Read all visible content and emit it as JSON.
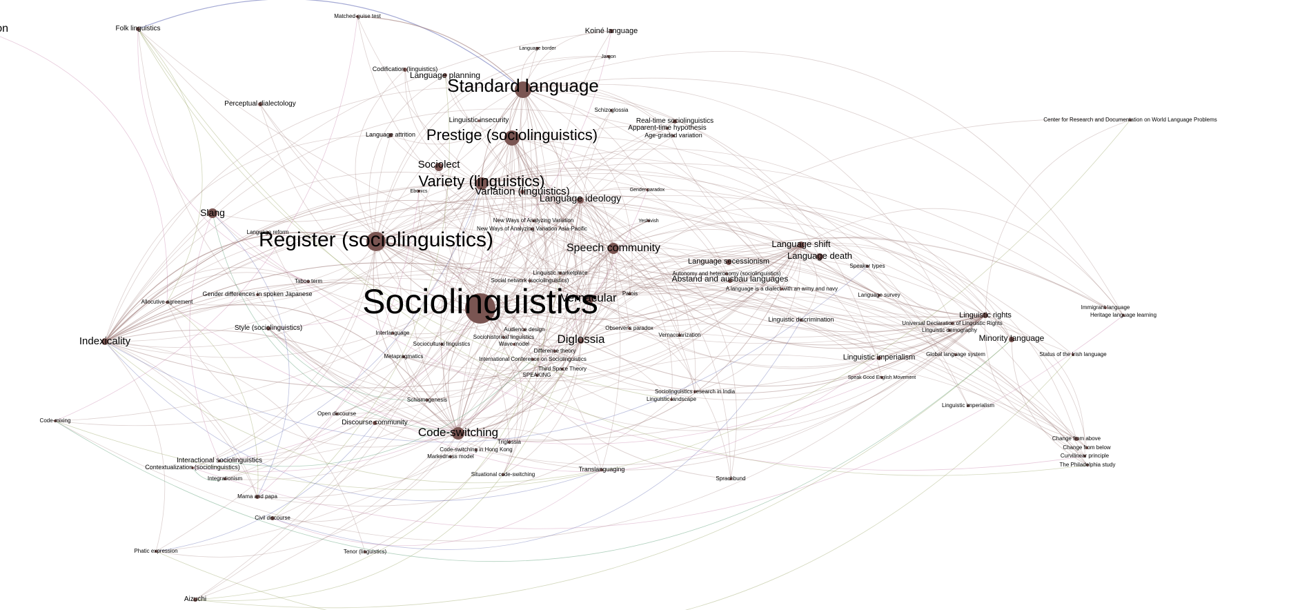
{
  "colors": {
    "node": "#7a5552",
    "edge_primary": "#9e7a77",
    "edge_green": "#3a8a5a",
    "edge_blue": "#5a63b0",
    "edge_pink": "#c27aa6",
    "edge_olive": "#8e9a55",
    "node_green": "#2a8a6a",
    "node_pink": "#b66aa6"
  },
  "nodes": [
    {
      "id": "sociolinguistics",
      "label": "Sociolinguistics"
    },
    {
      "id": "register",
      "label": "Register (sociolinguistics)"
    },
    {
      "id": "standard",
      "label": "Standard language"
    },
    {
      "id": "prestige",
      "label": "Prestige (sociolinguistics)"
    },
    {
      "id": "variety",
      "label": "Variety (linguistics)"
    },
    {
      "id": "variation",
      "label": "Variation (linguistics)"
    },
    {
      "id": "speech_community",
      "label": "Speech community"
    },
    {
      "id": "code_switching",
      "label": "Code-switching"
    },
    {
      "id": "diglossia",
      "label": "Diglossia"
    },
    {
      "id": "vernacular",
      "label": "Vernacular"
    },
    {
      "id": "language_ideology",
      "label": "Language ideology"
    },
    {
      "id": "sociolect",
      "label": "Sociolect"
    },
    {
      "id": "slang",
      "label": "Slang"
    },
    {
      "id": "indexicality",
      "label": "Indexicality"
    },
    {
      "id": "language_shift",
      "label": "Language shift"
    },
    {
      "id": "language_death",
      "label": "Language death"
    },
    {
      "id": "language_secessionism",
      "label": "Language secessionism"
    },
    {
      "id": "abstand",
      "label": "Abstand and ausbau languages"
    },
    {
      "id": "linguistic_rights",
      "label": "Linguistic rights"
    },
    {
      "id": "minority_language",
      "label": "Minority language"
    },
    {
      "id": "linguistic_imperialism",
      "label": "Linguistic imperialism"
    },
    {
      "id": "koine",
      "label": "Koiné language"
    },
    {
      "id": "language_planning",
      "label": "Language planning"
    },
    {
      "id": "codification",
      "label": "Codification (linguistics)"
    },
    {
      "id": "folk_linguistics",
      "label": "Folk linguistics"
    },
    {
      "id": "perceptual_dialectology",
      "label": "Perceptual dialectology"
    },
    {
      "id": "language_attrition",
      "label": "Language attrition"
    },
    {
      "id": "linguistic_insecurity",
      "label": "Linguistic insecurity"
    },
    {
      "id": "matched_guise",
      "label": "Matched-guise test"
    },
    {
      "id": "language_border",
      "label": "Language border"
    },
    {
      "id": "jargon",
      "label": "Jargon"
    },
    {
      "id": "schizoglossia",
      "label": "Schizoglossia"
    },
    {
      "id": "real_time",
      "label": "Real-time sociolinguistics"
    },
    {
      "id": "apparent_time",
      "label": "Apparent-time hypothesis"
    },
    {
      "id": "age_graded",
      "label": "Age-graded variation"
    },
    {
      "id": "gender_paradox",
      "label": "Gender paradox"
    },
    {
      "id": "yeshivish",
      "label": "Yeshivish"
    },
    {
      "id": "new_ways",
      "label": "New Ways of Analyzing Variation"
    },
    {
      "id": "new_ways_ap",
      "label": "New Ways of Analyzing Variation Asia-Pacific"
    },
    {
      "id": "ebonics",
      "label": "Ebonics"
    },
    {
      "id": "language_reform",
      "label": "Language reform"
    },
    {
      "id": "taboo",
      "label": "Taboo term"
    },
    {
      "id": "gender_diff_japanese",
      "label": "Gender differences in spoken Japanese"
    },
    {
      "id": "allocutive",
      "label": "Allocutive agreement"
    },
    {
      "id": "style",
      "label": "Style (sociolinguistics)"
    },
    {
      "id": "linguistic_marketplace",
      "label": "Linguistic marketplace"
    },
    {
      "id": "social_network",
      "label": "Social network (sociolinguistics)"
    },
    {
      "id": "patois",
      "label": "Patois"
    },
    {
      "id": "autonomy",
      "label": "Autonomy and heteronomy (sociolinguistics)"
    },
    {
      "id": "army_navy",
      "label": "A language is a dialect with an army and navy"
    },
    {
      "id": "speaker_types",
      "label": "Speaker types"
    },
    {
      "id": "language_survey",
      "label": "Language survey"
    },
    {
      "id": "linguistic_discrimination",
      "label": "Linguistic discrimination"
    },
    {
      "id": "udlr",
      "label": "Universal Declaration of Linguistic Rights"
    },
    {
      "id": "linguistic_demography",
      "label": "Linguistic demography"
    },
    {
      "id": "global_language_system",
      "label": "Global language system"
    },
    {
      "id": "immigrant_language",
      "label": "Immigrant language"
    },
    {
      "id": "heritage_language",
      "label": "Heritage language learning"
    },
    {
      "id": "status_irish",
      "label": "Status of the Irish language"
    },
    {
      "id": "crdwlp",
      "label": "Center for Research and Documentation on World Language Problems"
    },
    {
      "id": "interlanguage",
      "label": "Interlanguage"
    },
    {
      "id": "audience_design",
      "label": "Audience design"
    },
    {
      "id": "sociohistorical",
      "label": "Sociohistorical linguistics"
    },
    {
      "id": "sociocultural",
      "label": "Sociocultural linguistics"
    },
    {
      "id": "wave_model",
      "label": "Wave model"
    },
    {
      "id": "observers_paradox",
      "label": "Observer's paradox"
    },
    {
      "id": "vernacularization",
      "label": "Vernacularization"
    },
    {
      "id": "metapragmatics",
      "label": "Metapragmatics"
    },
    {
      "id": "difference_theory",
      "label": "Difference theory"
    },
    {
      "id": "icsl",
      "label": "International Conference on Sociolinguistics"
    },
    {
      "id": "third_space",
      "label": "Third Space Theory"
    },
    {
      "id": "speaking",
      "label": "SPEAKING"
    },
    {
      "id": "schismogenesis",
      "label": "Schismogenesis"
    },
    {
      "id": "sociolinguistics_india",
      "label": "Sociolinguistics research in India"
    },
    {
      "id": "linguistic_landscape",
      "label": "Linguistic landscape"
    },
    {
      "id": "open_discourse",
      "label": "Open discourse"
    },
    {
      "id": "discourse_community",
      "label": "Discourse community"
    },
    {
      "id": "code_mixing",
      "label": "Code-mixing"
    },
    {
      "id": "triglossia",
      "label": "Triglossia"
    },
    {
      "id": "cs_hong_kong",
      "label": "Code-switching in Hong Kong"
    },
    {
      "id": "markedness",
      "label": "Markedness model"
    },
    {
      "id": "situational_cs",
      "label": "Situational code-switching"
    },
    {
      "id": "translanguaging",
      "label": "Translanguaging"
    },
    {
      "id": "sprachbund",
      "label": "Sprachbund"
    },
    {
      "id": "speak_good_english",
      "label": "Speak Good English Movement"
    },
    {
      "id": "linguistic_imperialism_2",
      "label": "Linguistic imperialism"
    },
    {
      "id": "change_above",
      "label": "Change from above"
    },
    {
      "id": "change_below",
      "label": "Change from below"
    },
    {
      "id": "curvilinear",
      "label": "Curvilinear principle"
    },
    {
      "id": "philadelphia",
      "label": "The Philadelphia study"
    },
    {
      "id": "interactional",
      "label": "Interactional sociolinguistics"
    },
    {
      "id": "contextualization",
      "label": "Contextualization (sociolinguistics)"
    },
    {
      "id": "integrationism",
      "label": "Integrationism"
    },
    {
      "id": "mama_papa",
      "label": "Mama and papa"
    },
    {
      "id": "civil_discourse",
      "label": "Civil discourse"
    },
    {
      "id": "phatic",
      "label": "Phatic expression"
    },
    {
      "id": "tenor",
      "label": "Tenor (linguistics)"
    },
    {
      "id": "aizuchi",
      "label": "Aizuchi"
    },
    {
      "id": "otion_fragment",
      "label": "otion"
    }
  ]
}
